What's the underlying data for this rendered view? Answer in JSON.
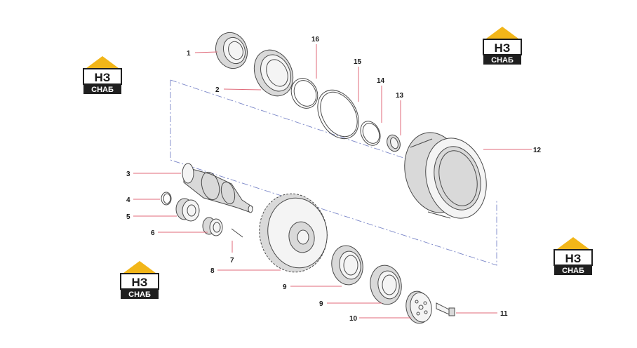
{
  "watermark": {
    "main": "НЗ",
    "sub": "СНАБ",
    "color_yellow": "#f2b619",
    "color_dark": "#1f1f1f"
  },
  "callouts": [
    "1",
    "2",
    "3",
    "4",
    "5",
    "6",
    "7",
    "8",
    "9",
    "9",
    "10",
    "11",
    "12",
    "13",
    "14",
    "15",
    "16"
  ],
  "colors": {
    "leader": "#e06a7a",
    "dashed_outline": "#7a86c8",
    "outline": "#4a4a4a"
  }
}
